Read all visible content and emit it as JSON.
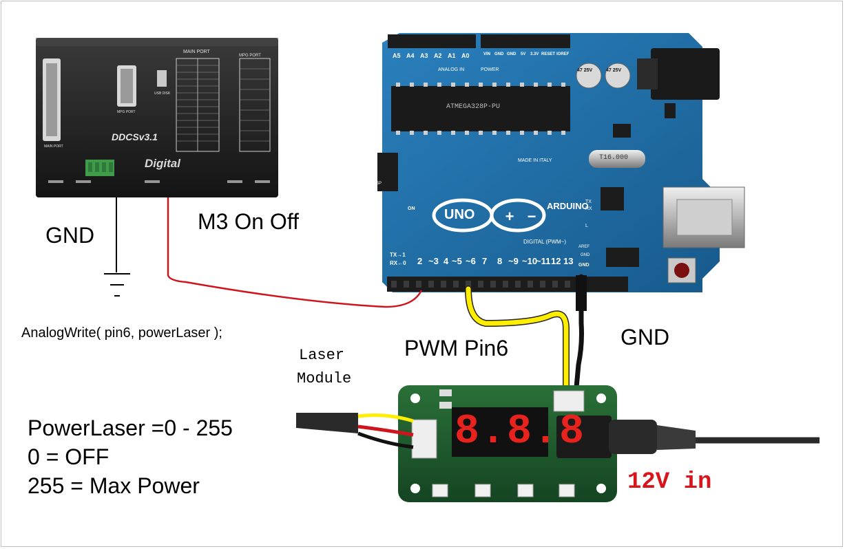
{
  "controller": {
    "model": "DDCSv3.1",
    "brand": "Digital",
    "main_port": "MAIN PORT",
    "mpg_port": "MPG PORT",
    "usb_disk": "USB DISK",
    "mpg_port_small": "MPG PORT",
    "main_port_small": "MAIN PORT"
  },
  "arduino": {
    "brand": "ARDUINO",
    "model": "UNO",
    "chip": "ATMEGA328P-PU",
    "made_in": "MADE IN ITALY",
    "crystal": "T16.000",
    "digital_label": "DIGITAL (PWM~)",
    "analog_label": "ANALOG IN",
    "power_label": "POWER",
    "on_label": "ON",
    "icsp_label": "ICSP",
    "tx_label": "TX",
    "rx_label": "RX",
    "l_label": "L",
    "aref_label": "AREF",
    "gnd_label": "GND",
    "analog_pins": [
      "A5",
      "A4",
      "A3",
      "A2",
      "A1",
      "A0"
    ],
    "power_pins": [
      "VIN",
      "GND",
      "GND",
      "5V",
      "3.3V",
      "RESET",
      "IOREF"
    ],
    "digital_pins": [
      "TX→1",
      "RX←0",
      "2",
      "~3",
      "4",
      "~5",
      "~6",
      "7",
      "8",
      "~9",
      "~10",
      "~11",
      "12",
      "13",
      "GND"
    ],
    "cap_labels": [
      "47 25V",
      "47 25V"
    ]
  },
  "labels": {
    "gnd_left": "GND",
    "m3": "M3 On Off",
    "analog_write": "AnalogWrite( pin6, powerLaser );",
    "laser_module_line1": "Laser",
    "laser_module_line2": "Module",
    "pwm_pin": "PWM Pin6",
    "gnd_right": "GND",
    "power_range": "PowerLaser =0 - 255",
    "off": "0 = OFF",
    "max": "255 = Max Power",
    "twelve_v": "12V in"
  },
  "driver": {
    "display": "8.8.8"
  },
  "colors": {
    "red_wire": "#d0141e",
    "yellow_wire": "#ffee00",
    "black_wire": "#111111",
    "arduino_blue": "#1f6fa8",
    "pcb_green": "#1e5b2e",
    "red_text": "#d8151b",
    "display_red": "#e8231d"
  }
}
